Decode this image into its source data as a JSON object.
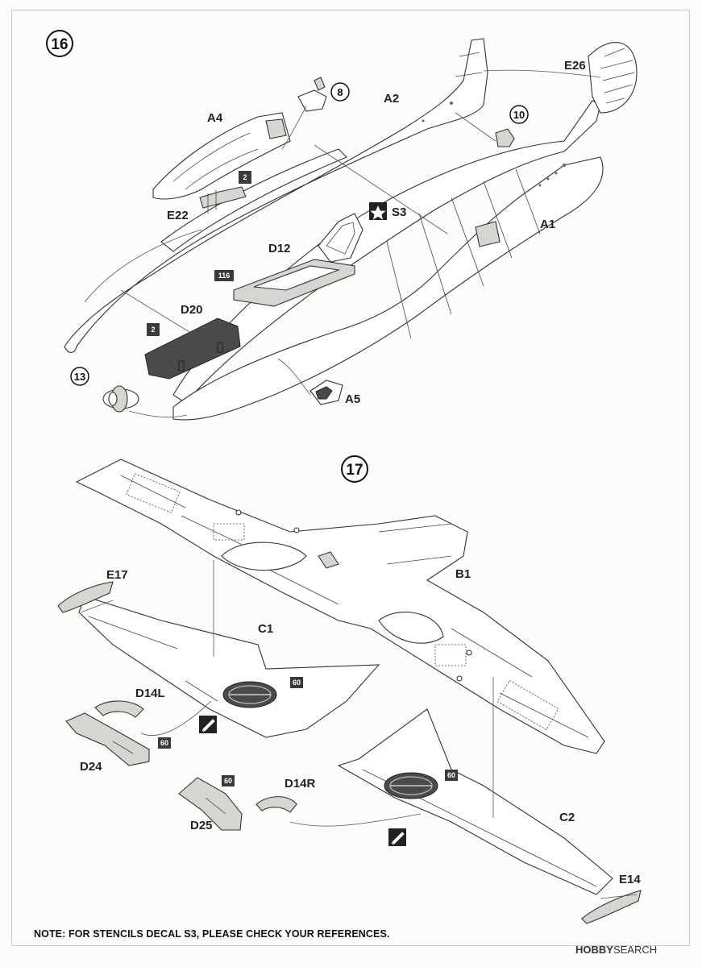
{
  "steps": {
    "step16": {
      "number": "16"
    },
    "step17": {
      "number": "17"
    }
  },
  "step16_parts": {
    "a1": "A1",
    "a2": "A2",
    "a4": "A4",
    "a5": "A5",
    "d12": "D12",
    "d20": "D20",
    "e22": "E22",
    "e26": "E26",
    "s3": "S3",
    "ref8": "8",
    "ref10": "10",
    "ref13": "13",
    "paint2a": "2",
    "paint2b": "2",
    "paint116": "116"
  },
  "step17_parts": {
    "b1": "B1",
    "c1": "C1",
    "c2": "C2",
    "e14": "E14",
    "e17": "E17",
    "d14l": "D14L",
    "d14r": "D14R",
    "d24": "D24",
    "d25": "D25",
    "paint60a": "60",
    "paint60b": "60",
    "paint60c": "60",
    "paint60d": "60"
  },
  "note": "NOTE: FOR STENCILS DECAL S3, PLEASE CHECK YOUR REFERENCES.",
  "watermark": {
    "brand": "HOBBY",
    "suffix": "SEARCH"
  },
  "colors": {
    "line": "#333333",
    "paint_badge": "#3a3a3a",
    "grey_part": "#d7d5d2"
  }
}
